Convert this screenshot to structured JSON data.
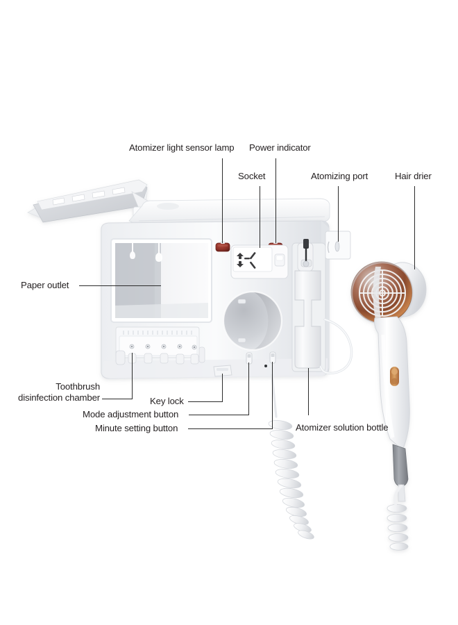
{
  "diagram": {
    "title": "Wall-mounted bathroom toothbrush sterilizer with hair drier",
    "background_color": "#ffffff",
    "label_color": "#231f20",
    "leader_color": "#2a2a2a"
  },
  "labels": [
    {
      "id": "atomizer-light-sensor-lamp",
      "text": "Atomizer light sensor lamp"
    },
    {
      "id": "power-indicator",
      "text": "Power indicator"
    },
    {
      "id": "socket",
      "text": "Socket"
    },
    {
      "id": "atomizing-port",
      "text": "Atomizing port"
    },
    {
      "id": "hair-drier",
      "text": "Hair drier"
    },
    {
      "id": "paper-outlet",
      "text": "Paper outlet"
    },
    {
      "id": "toothbrush-disinfection-chamber",
      "text": "Toothbrush disinfection chamber"
    },
    {
      "id": "key-lock",
      "text": "Key lock"
    },
    {
      "id": "mode-adjustment-button",
      "text": "Mode adjustment button"
    },
    {
      "id": "minute-setting-button",
      "text": "Minute setting button"
    },
    {
      "id": "atomizer-solution-bottle",
      "text": "Atomizer solution bottle"
    }
  ],
  "product": {
    "body_color": "#f4f5f7",
    "body_shadow_color": "#d4d7dc",
    "indicator_color": "#8d3028",
    "chamber_interior_color": "#c9ccd1",
    "dryer": {
      "shell_color": "#fbfbfc",
      "head_ring_color": "#8a4a2e",
      "head_highlight_color": "#c98a5e",
      "grille_color": "#f2f2f2",
      "switch_color": "#c2884f",
      "cord_color": "#9a9ea3"
    },
    "parts": [
      {
        "name": "flip-lid",
        "count": 1
      },
      {
        "name": "paper-chamber",
        "count": 1
      },
      {
        "name": "uv-lamp",
        "count": 2
      },
      {
        "name": "socket-panel",
        "count": 1
      },
      {
        "name": "indicator-lamp",
        "count": 2
      },
      {
        "name": "dryer-cradle",
        "count": 1
      },
      {
        "name": "toothbrush-slot",
        "count": 5
      },
      {
        "name": "control-button",
        "count": 2
      },
      {
        "name": "key-lock-tab",
        "count": 1
      },
      {
        "name": "solution-bottle",
        "count": 1
      },
      {
        "name": "atomizing-port",
        "count": 1
      },
      {
        "name": "coiled-cord",
        "count": 2
      }
    ]
  }
}
